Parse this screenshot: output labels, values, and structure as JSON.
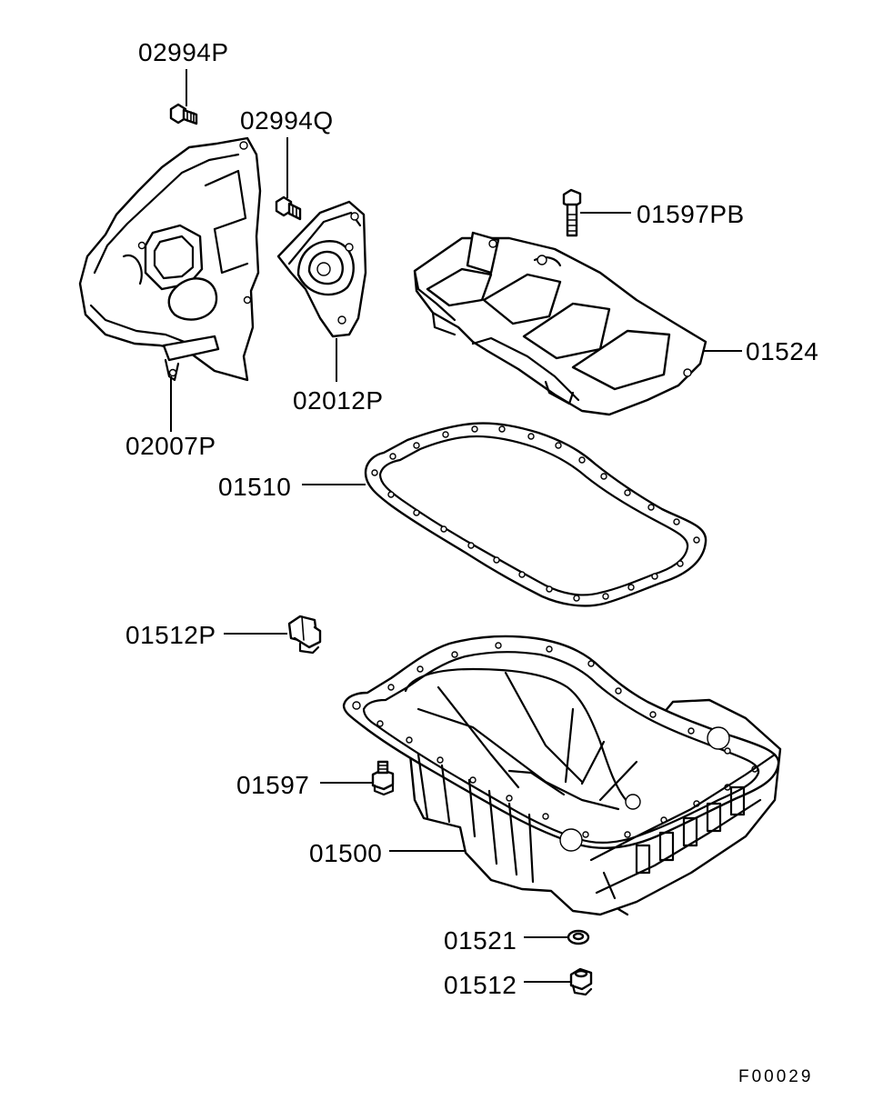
{
  "figure_code": "F00029",
  "parts": [
    {
      "id": "p02994P",
      "number": "02994P"
    },
    {
      "id": "p02994Q",
      "number": "02994Q"
    },
    {
      "id": "p01597PB",
      "number": "01597PB"
    },
    {
      "id": "p01524",
      "number": "01524"
    },
    {
      "id": "p02007P",
      "number": "02007P"
    },
    {
      "id": "p02012P",
      "number": "02012P"
    },
    {
      "id": "p01510",
      "number": "01510"
    },
    {
      "id": "p01512P",
      "number": "01512P"
    },
    {
      "id": "p01597",
      "number": "01597"
    },
    {
      "id": "p01500",
      "number": "01500"
    },
    {
      "id": "p01521",
      "number": "01521"
    },
    {
      "id": "p01512",
      "number": "01512"
    }
  ]
}
